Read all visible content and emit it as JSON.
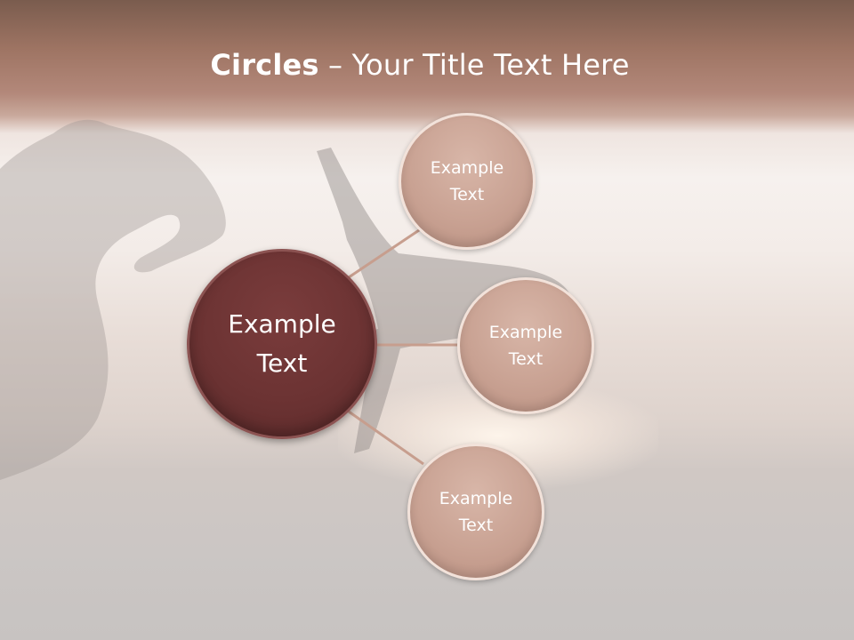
{
  "title": {
    "strong": "Circles",
    "rest": " – Your Title Text Here"
  },
  "center": {
    "text": "Example\nText"
  },
  "items": [
    {
      "text": "Example\nText"
    },
    {
      "text": "Example\nText"
    },
    {
      "text": "Example\nText"
    }
  ],
  "colors": {
    "center_fill": "#6c3333",
    "satellite_fill": "#c9a293",
    "connector": "#c79e8e",
    "title_text": "#ffffff"
  }
}
